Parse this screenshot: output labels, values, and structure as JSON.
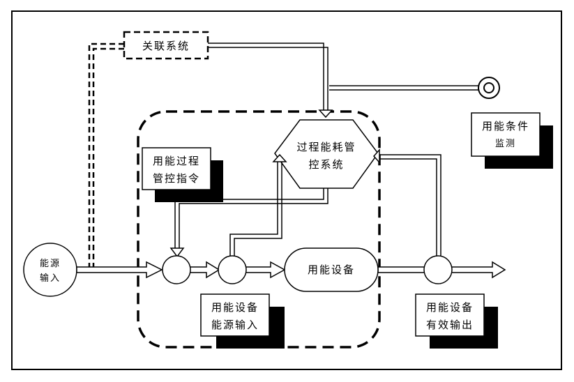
{
  "diagram": {
    "related_system": "关联系统",
    "process_control_system": [
      "过程能耗管",
      "控系统"
    ],
    "condition_monitoring": [
      "用能条件",
      "监测"
    ],
    "process_control_commands": [
      "用能过程",
      "管控指令"
    ],
    "energy_input": [
      "能源",
      "输入"
    ],
    "energy_equipment": "用能设备",
    "equipment_energy_input": [
      "用能设备",
      "能源输入"
    ],
    "equipment_effective_output": [
      "用能设备",
      "有效输出"
    ]
  },
  "colors": {
    "line": "#000000",
    "background": "#ffffff"
  }
}
